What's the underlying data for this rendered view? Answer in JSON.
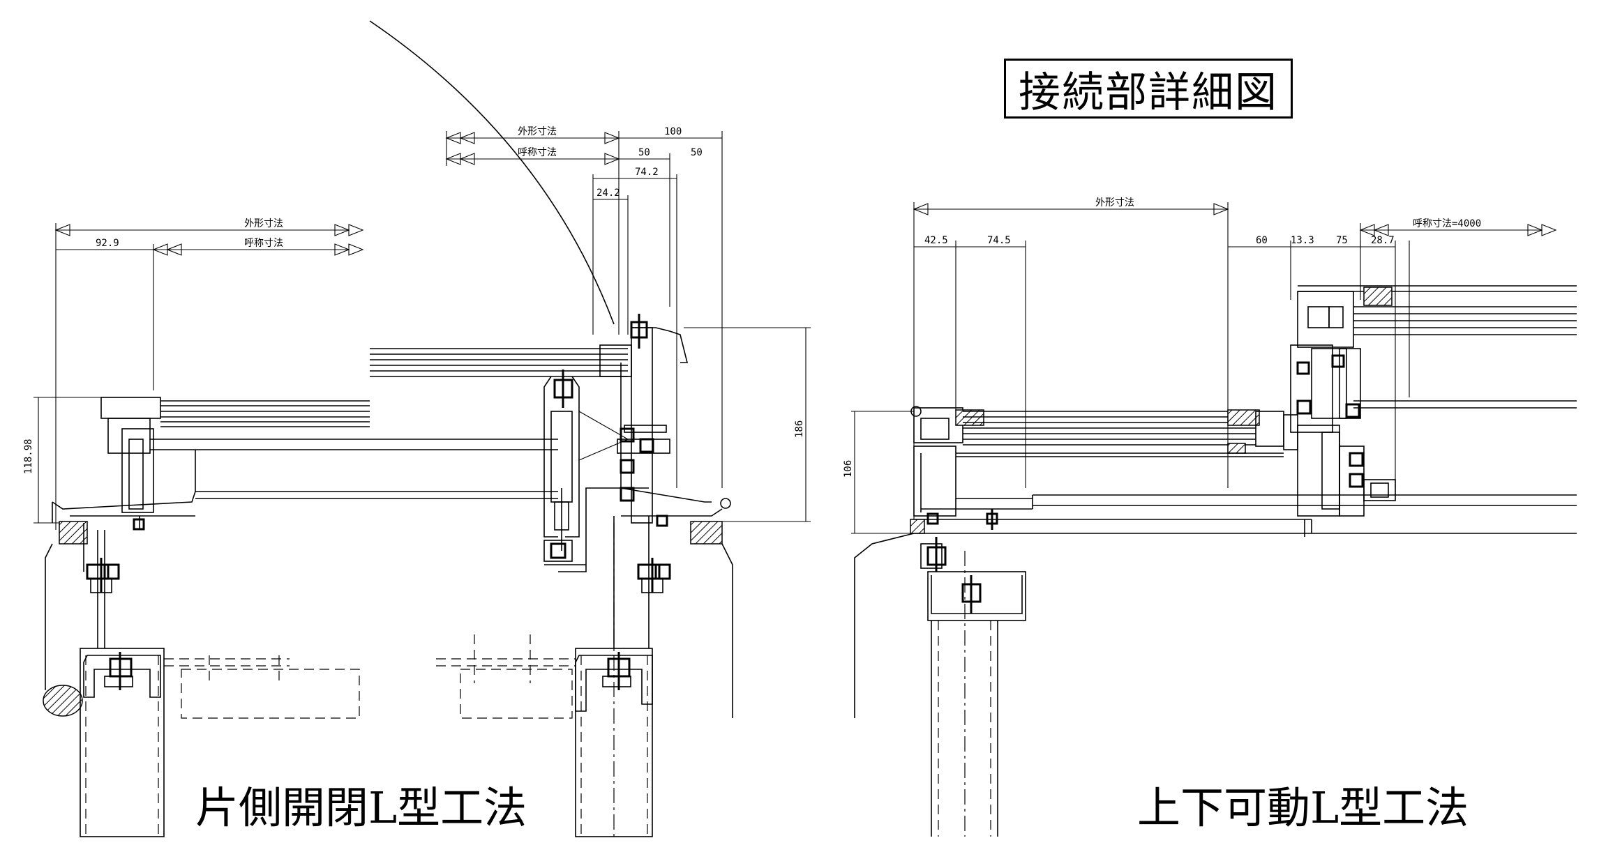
{
  "title": "接続部詳細図",
  "left_detail": {
    "caption": "片側開閉L型工法",
    "dims": {
      "outer_label_top": "外形寸法",
      "nominal_label_top": "呼称寸法",
      "outer_label_left": "外形寸法",
      "nominal_label_left": "呼称寸法",
      "d100": "100",
      "d50a": "50",
      "d50b": "50",
      "d742": "74.2",
      "d242": "24.2",
      "d929": "92.9",
      "d186": "186",
      "d11898": "118.98"
    }
  },
  "right_detail": {
    "caption": "上下可動L型工法",
    "dims": {
      "outer_label": "外形寸法",
      "nominal_label": "呼称寸法=4000",
      "d425": "42.5",
      "d745": "74.5",
      "d60": "60",
      "d133": "13.3",
      "d75": "75",
      "d287": "28.7",
      "d106": "106"
    }
  }
}
